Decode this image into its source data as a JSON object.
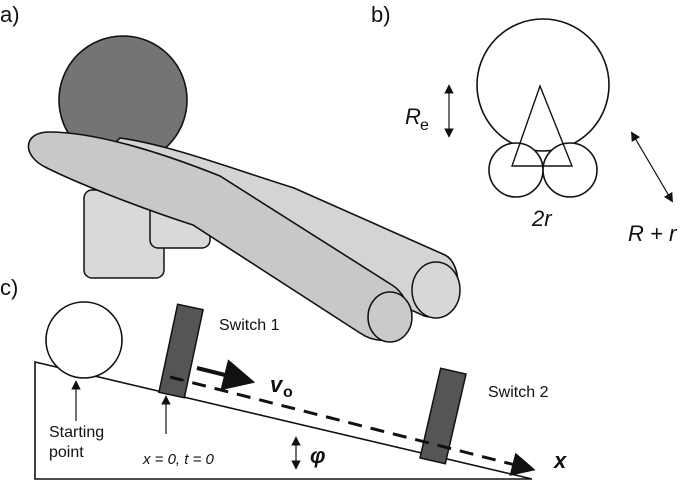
{
  "panels": {
    "a": {
      "label": "a)"
    },
    "b": {
      "label": "b)",
      "equivalent_radius_label": "R",
      "equivalent_radius_subscript": "e",
      "double_r_label": "2r",
      "sum_label": "R + r"
    },
    "c": {
      "label": "c)",
      "switch_1_label": "Switch 1",
      "switch_2_label": "Switch 2",
      "starting_point_line_1": "Starting",
      "starting_point_line_2": "point",
      "origin_label": "x = 0, t = 0",
      "velocity_symbol": "v",
      "velocity_subscript": "o",
      "angle_symbol": "φ",
      "axis_label": "x"
    }
  },
  "colors": {
    "ball_dark": "#747474",
    "rod_light": "#d4d4d4",
    "rod_mid": "#c8c8c8",
    "switch_dark": "#555555",
    "ink": "#111111"
  },
  "icons": {
    "arrow_head": "arrow-head-icon"
  }
}
